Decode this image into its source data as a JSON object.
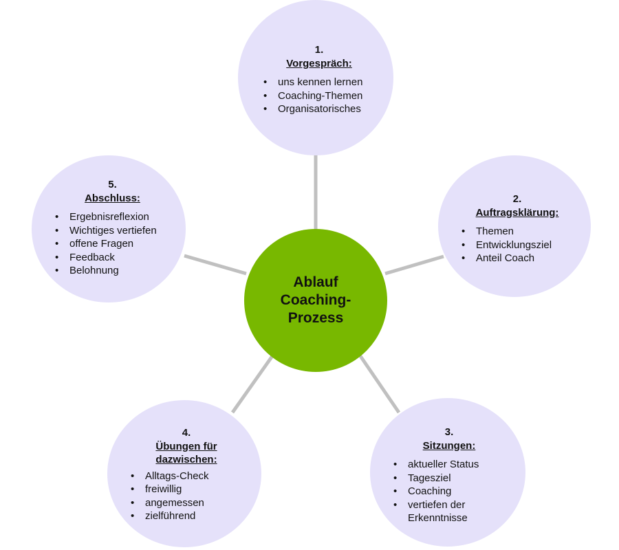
{
  "center": {
    "line1": "Ablauf",
    "line2": "Coaching-",
    "line3": "Prozess"
  },
  "colors": {
    "center_fill": "#78b800",
    "node_fill": "#e5e1fa",
    "connector": "#c0c0c0"
  },
  "nodes": [
    {
      "num": "1.",
      "title": [
        "Vorgespräch:"
      ],
      "items": [
        "uns kennen lernen",
        "Coaching-Themen",
        "Organisatorisches"
      ]
    },
    {
      "num": "2.",
      "title": [
        "Auftragsklärung:"
      ],
      "items": [
        "Themen",
        "Entwicklungsziel",
        "Anteil Coach"
      ]
    },
    {
      "num": "3.",
      "title": [
        "Sitzungen:"
      ],
      "items": [
        "aktueller Status",
        "Tagesziel",
        "Coaching",
        "vertiefen der",
        "Erkenntnisse"
      ],
      "bullets": [
        true,
        true,
        true,
        true,
        false
      ]
    },
    {
      "num": "4.",
      "title": [
        "Übungen für",
        "dazwischen:"
      ],
      "items": [
        "Alltags-Check",
        "freiwillig",
        "angemessen",
        "zielführend"
      ]
    },
    {
      "num": "5.",
      "title": [
        "Abschluss:"
      ],
      "items": [
        "Ergebnisreflexion",
        "Wichtiges vertiefen",
        "offene Fragen",
        "Feedback",
        "Belohnung"
      ]
    }
  ]
}
